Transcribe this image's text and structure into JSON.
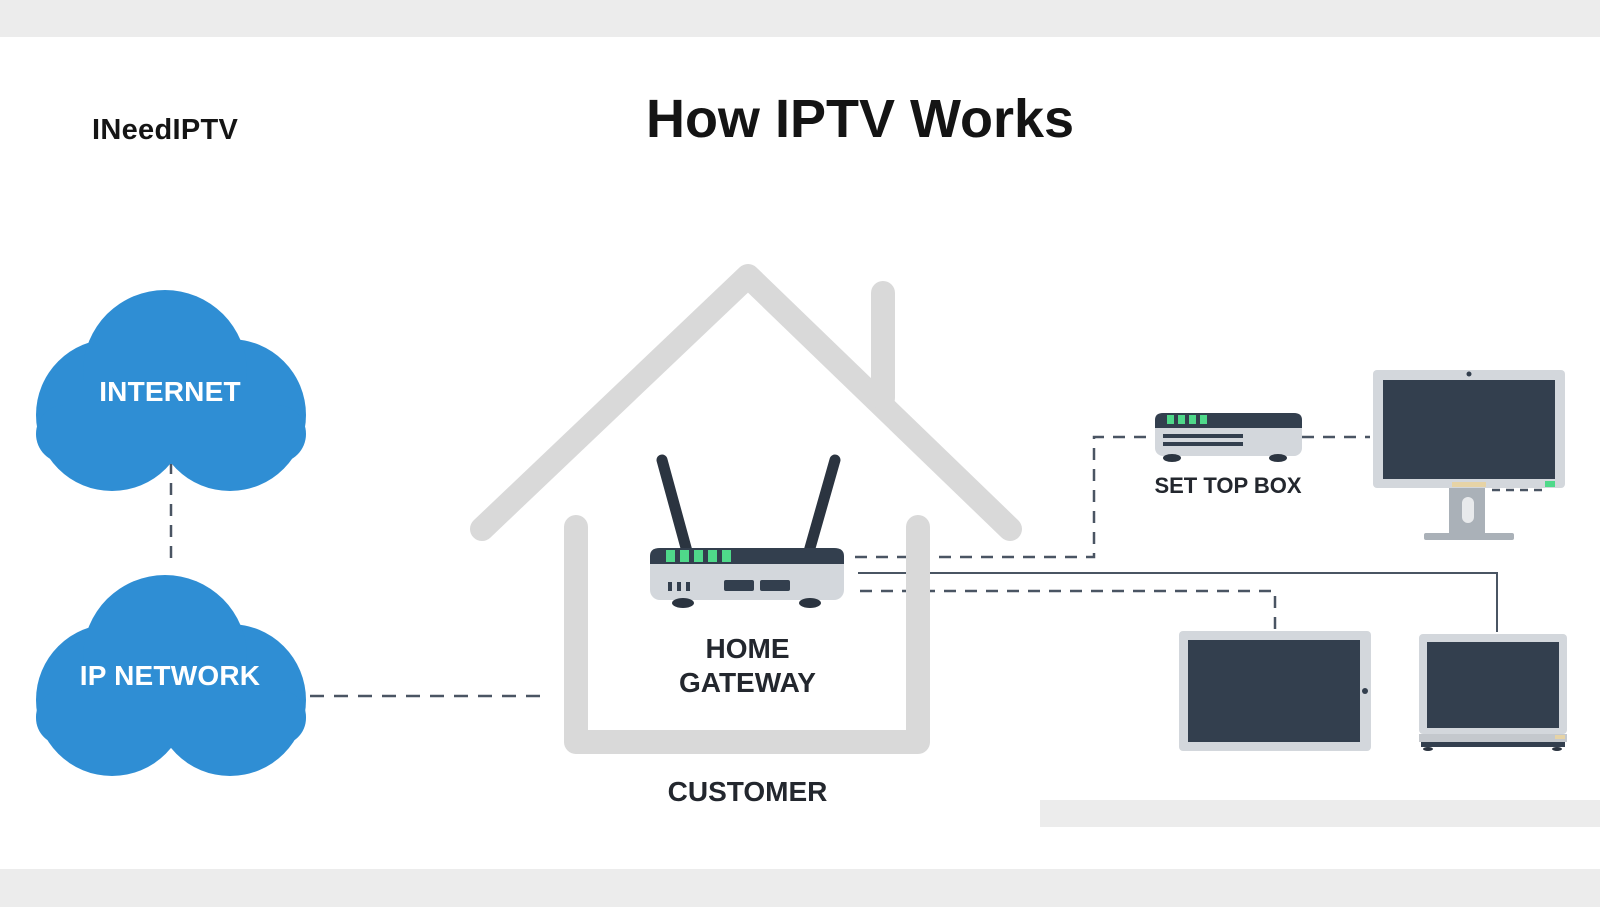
{
  "brand": "INeedIPTV",
  "title": "How IPTV Works",
  "nodes": {
    "internet": "INTERNET",
    "ip_network": "IP NETWORK",
    "home_gateway_line1": "HOME",
    "home_gateway_line2": "GATEWAY",
    "customer": "CUSTOMER",
    "set_top_box": "SET TOP BOX"
  },
  "colors": {
    "cloud": "#2f8ed4",
    "cloud_dark": "#2a7fc0",
    "house_outline": "#d9d9d9",
    "device_dark": "#333f4e",
    "device_frame": "#d3d7dc",
    "led_green": "#4fd98a",
    "connector": "#4a5563",
    "background_band": "#ececec"
  },
  "icons": [
    "cloud-icon",
    "house-icon",
    "router-icon",
    "set-top-box-icon",
    "monitor-icon",
    "tablet-icon",
    "laptop-icon"
  ]
}
